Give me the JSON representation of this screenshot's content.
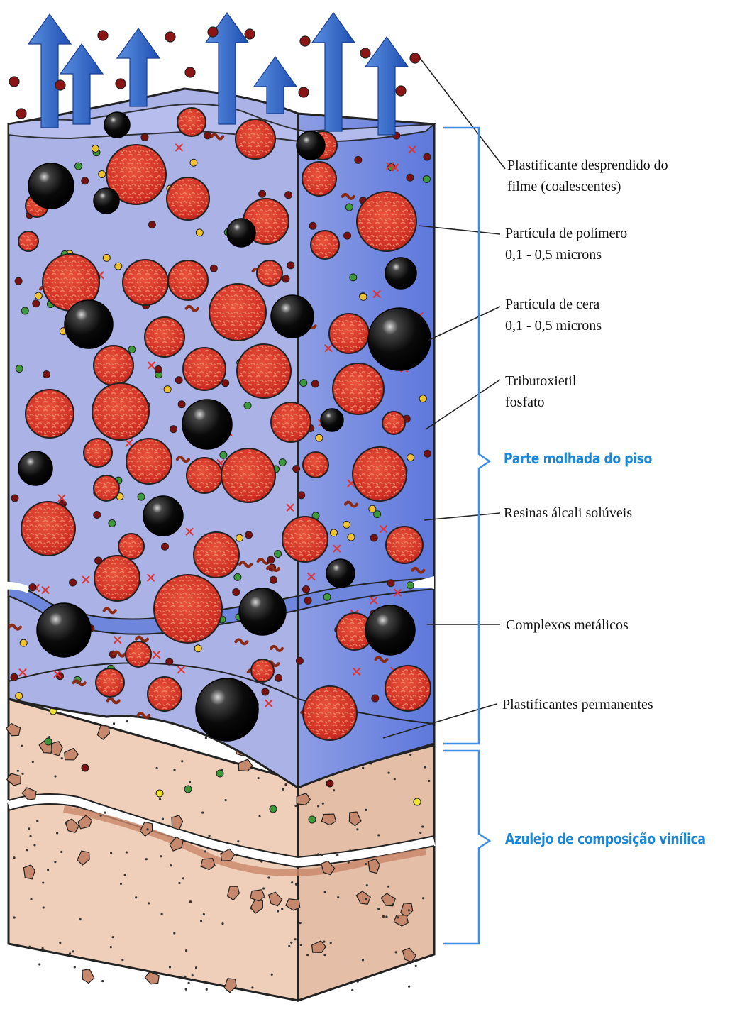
{
  "labels": {
    "plasticizer_released": "Plastificante desprendido do\nfilme (coalescentes)",
    "polymer_particle": "Partícula de polímero\n0,1 - 0,5 microns",
    "wax_particle": "Partícula de cera\n0,1 - 0,5 microns",
    "tributoxyethyl": "Tributoxietil\nfosfato",
    "alkali_resins": "Resinas álcali solúveis",
    "metal_complexes": "Complexos metálicos",
    "permanent_plasticizers": "Plastificantes permanentes"
  },
  "sections": {
    "wet_floor": "Parte molhada do piso",
    "vinyl_tile": "Azulejo de composição vinílica"
  },
  "colors": {
    "film_front": "#a9b3e6",
    "film_side": "#7c8fe0",
    "tile": "#efcfb9",
    "polymer": "#d8352a",
    "wax": "#080808",
    "arrow": "#2f63c6",
    "bracket": "#3a8ee6",
    "section_text": "#1a86d8"
  }
}
